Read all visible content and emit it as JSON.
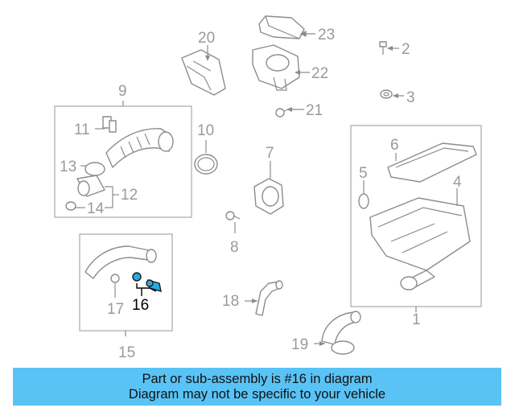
{
  "labels": {
    "n1": "1",
    "n2": "2",
    "n3": "3",
    "n4": "4",
    "n5": "5",
    "n6": "6",
    "n7": "7",
    "n8": "8",
    "n9": "9",
    "n10": "10",
    "n11": "11",
    "n12": "12",
    "n13": "13",
    "n14": "14",
    "n15": "15",
    "n16": "16",
    "n17": "17",
    "n18": "18",
    "n19": "19",
    "n20": "20",
    "n21": "21",
    "n22": "22",
    "n23": "23"
  },
  "highlight_color": "#29abe2",
  "banner": {
    "line1": "Part or sub-assembly is #16 in diagram",
    "line2": "Diagram may not be specific to your vehicle",
    "background": "#5ac3f5"
  }
}
